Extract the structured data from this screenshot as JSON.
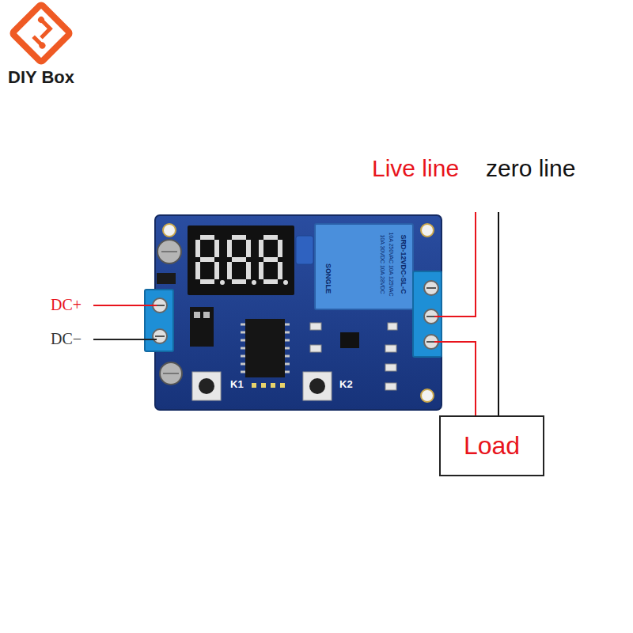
{
  "diagram": {
    "nodes": [
      {
        "text": [
          "Load"
        ]
      }
    ],
    "labels": [
      "DIY Box",
      "Live line",
      "zero line",
      "DC+",
      "DC−",
      "SRD-12VDC-SL-C",
      "10A 250VAC 10A 125VAC",
      "10A 30VDC 10A 28VDC",
      "SONGLE",
      "K1",
      "K2"
    ]
  }
}
